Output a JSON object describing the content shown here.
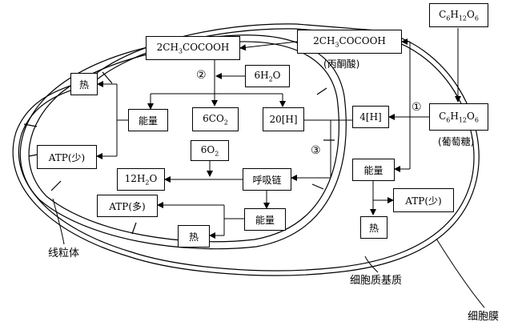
{
  "formulas": {
    "glucose_top": "C6H12O6",
    "glucose_cyto": "C6H12O6",
    "pyruvate_cyto": "2CH3COCOOH",
    "pyruvate_mito": "2CH3COCOOH",
    "water_in": "6H2O",
    "co2": "6CO2",
    "nadh_mito": "20[H]",
    "nadh_cyto": "4[H]",
    "oxygen": "6O2",
    "water_out": "12H2O"
  },
  "boxes": {
    "heat_mito_top": "热",
    "energy_mito_1": "能量",
    "atp_small_mito": "ATP(少)",
    "respiratory_chain": "呼吸链",
    "atp_large": "ATP(多)",
    "energy_mito_2": "能量",
    "heat_mito_bottom": "热",
    "energy_cyto": "能量",
    "atp_small_cyto": "ATP(少)",
    "heat_cyto": "热"
  },
  "labels": {
    "pyruvate_name": "(丙酮酸)",
    "glucose_name": "(葡萄糖)",
    "step_1": "①",
    "step_2": "②",
    "step_3": "③",
    "mitochondrion": "线粒体",
    "cytoplasm_matrix": "细胞质基质",
    "cell_membrane": "细胞膜"
  }
}
